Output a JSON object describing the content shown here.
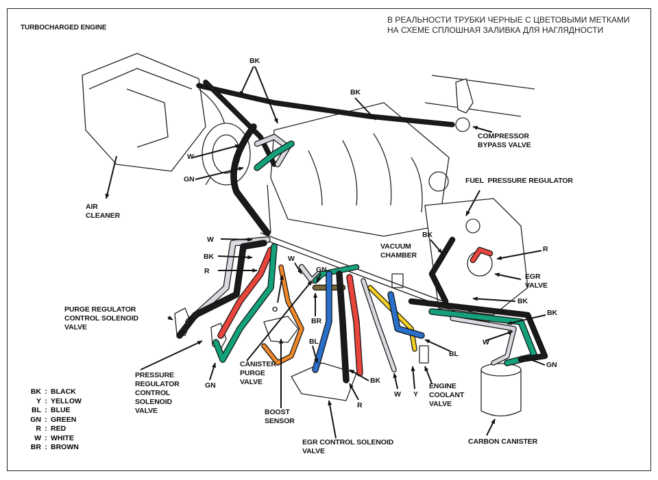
{
  "title": "TURBOCHARGED ENGINE",
  "note": [
    "В РЕАЛЬНОСТИ ТРУБКИ ЧЕРНЫЕ С ЦВЕТОВЫМИ МЕТКАМИ",
    "НА СХЕМЕ СПЛОШНАЯ ЗАЛИВКА ДЛЯ НАГЛЯДНОСТИ"
  ],
  "hose_colors": {
    "BK": "#1a1a1a",
    "Y": "#f2d024",
    "BL": "#2a6fc9",
    "GN": "#14a07a",
    "R": "#e8453c",
    "W": "#d9d9e0",
    "BR": "#7a6a3a",
    "O": "#f0892a"
  },
  "labels": {
    "air_cleaner": "AIR\nCLEANER",
    "compressor_bypass_valve": "COMPRESSOR\nBYPASS VALVE",
    "fuel_pressure_regulator": "FUEL  PRESSURE REGULATOR",
    "vacuum_chamber": "VACUUM\nCHAMBER",
    "egr_valve": "EGR\nVALVE",
    "purge_regulator": "PURGE REGULATOR\nCONTROL SOLENOID\nVALVE",
    "pressure_regulator": "PRESSURE\nREGULATOR\nCONTROL\nSOLENOID\nVALVE",
    "canister_purge_valve": "CANISTER\nPURGE\nVALVE",
    "boost_sensor": "BOOST\nSENSOR",
    "egr_control_solenoid": "EGR CONTROL SOLENOID\nVALVE",
    "engine_coolant_valve": "ENGINE\nCOOLANT\nVALVE",
    "carbon_canister": "CARBON CANISTER"
  },
  "hose_tags": {
    "bk_top": "BK",
    "bk_mid": "BK",
    "w_turbo": "W",
    "gn_turbo": "GN",
    "w_left": "W",
    "bk_left": "BK",
    "r_left": "R",
    "w_center": "W",
    "o_center": "O",
    "gn_center": "GN",
    "br_center": "BR",
    "bk_fpr": "BK",
    "r_egr": "R",
    "bk_egr": "BK",
    "bk_right": "BK",
    "w_right": "W",
    "bl_right": "BL",
    "gn_right": "GN",
    "gn_bottom": "GN",
    "bl_bottom": "BL",
    "bk_bottom": "BK",
    "r_bottom": "R",
    "w_bottom": "W",
    "y_bottom": "Y"
  },
  "legend": [
    {
      "code": "BK",
      "name": "BLACK"
    },
    {
      "code": "Y",
      "name": "YELLOW"
    },
    {
      "code": "BL",
      "name": "BLUE"
    },
    {
      "code": "GN",
      "name": "GREEN"
    },
    {
      "code": "R",
      "name": "RED"
    },
    {
      "code": "W",
      "name": "WHITE"
    },
    {
      "code": "BR",
      "name": "BROWN"
    }
  ]
}
